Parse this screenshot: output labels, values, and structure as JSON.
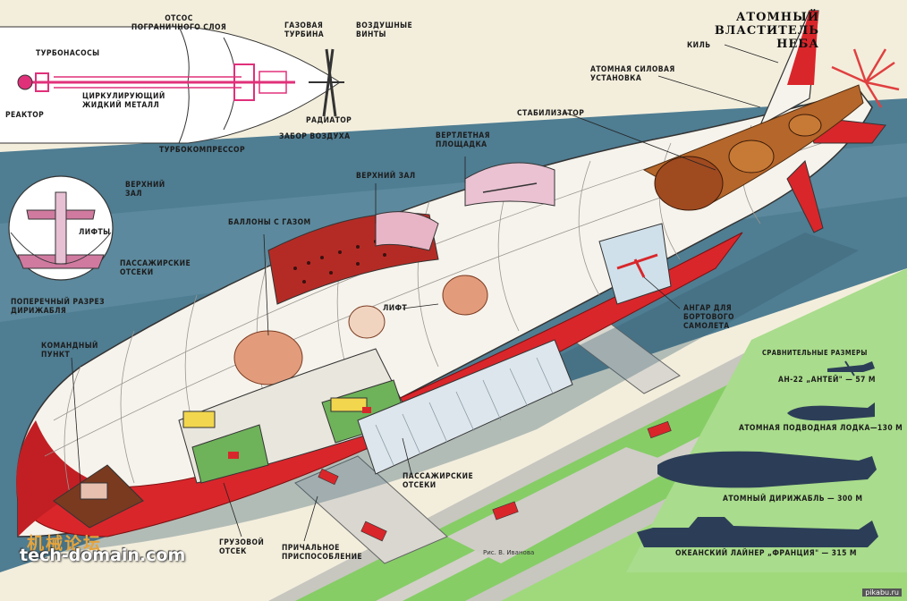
{
  "title": [
    "АТОМНЫЙ",
    "ВЛАСТИТЕЛЬ",
    "НЕБА"
  ],
  "labels": {
    "otsos": "ОТСОС ПОГРАНИЧНОГО СЛОЯ",
    "gas_turbine": "ГАЗОВАЯ ТУРБИНА",
    "air_screws": "ВОЗДУШНЫЕ ВИНТЫ",
    "turbopumps": "ТУРБОНАСОСЫ",
    "reactor": "РЕАКТОР",
    "liquid_metal": "ЦИРКУЛИРУЮЩИЙ ЖИДКИЙ МЕТАЛЛ",
    "radiator": "РАДИАТОР",
    "air_intake": "ЗАБОР ВОЗДУХА",
    "turbocompressor": "ТУРБОКОМПРЕССОР",
    "upper_hall_xs": "ВЕРХНИЙ ЗАЛ",
    "lifts": "ЛИФТЫ",
    "passenger_xs": "ПАССАЖИРСКИЕ ОТСЕКИ",
    "cross_section": "ПОПЕРЕЧНЫЙ РАЗРЕЗ ДИРИЖАБЛЯ",
    "command": "КОМАНДНЫЙ ПУНКТ",
    "gas_cells": "БАЛЛОНЫ С ГАЗОМ",
    "upper_hall": "ВЕРХНИЙ ЗАЛ",
    "heli_pad": "ВЕРТЛЕТНАЯ ПЛОЩАДКА",
    "stabilizer": "СТАБИЛИЗАТОР",
    "nuclear_plant": "АТОМНАЯ СИЛОВАЯ УСТАНОВКА",
    "keel": "КИЛЬ",
    "lift": "ЛИФТ",
    "hangar": "АНГАР ДЛЯ БОРТОВОГО САМОЛЕТА",
    "passenger": "ПАССАЖИРСКИЕ ОТСЕКИ",
    "cargo": "ГРУЗОВОЙ ОТСЕК",
    "mooring": "ПРИЧАЛЬНОЕ ПРИСПОСОБЛЕНИЕ",
    "compare": "СРАВНИТЕЛЬНЫЕ РАЗМЕРЫ",
    "an22": "АН-22 „АНТЕЙ\" — 57 м",
    "submarine": "АТОМНАЯ ПОДВОДНАЯ ЛОДКА—130 м",
    "airship": "АТОМНЫЙ ДИРИЖАБЛЬ — 300 м",
    "liner": "ОКЕАНСКИЙ ЛАЙНЕР „ФРАНЦИЯ\" — 315 м"
  },
  "credit": "Рис. В. Иванова",
  "watermark_cn": "机械论坛",
  "watermark": "tech-domain.com",
  "site": "pikabu.ru",
  "colors": {
    "hull": "#f6f3ec",
    "stripe": "#d9262b",
    "sea": "#4f7d92",
    "grass": "#8ccf6a",
    "road": "#c9c7c0"
  }
}
